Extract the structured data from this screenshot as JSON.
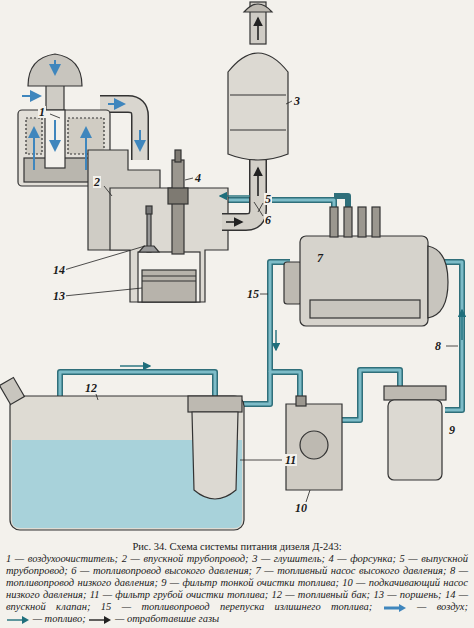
{
  "diagram": {
    "caption": "Рис. 34. Схема системы питания дизеля Д-243:",
    "labels": [
      "1",
      "2",
      "3",
      "4",
      "5",
      "6",
      "7",
      "8",
      "9",
      "10",
      "11",
      "12",
      "13",
      "14",
      "15",
      "1 — воздухоочиститель;",
      "2 — впускной трубопровод;",
      "3 — глушитель;",
      "4 — форсунка;",
      "5 — выпускной трубопровод;",
      "6 — топливопровод высокого давления;",
      "7 — топливный насос высокого давления;",
      "8 — топливопровод низкого давления;",
      "9 — фильтр тонкой очистки топлива;",
      "10 — подкачивающий насос низкого давления;",
      "11 — фильтр грубой очистки топлива;",
      "12 — топливный бак;",
      "13 — поршень;",
      "14 — впускной клапан;",
      "15 — топливопровод перепуска излишнего топлива;"
    ],
    "legend": [
      {
        "text": "— воздух;"
      },
      {
        "text": "— топливо;"
      },
      {
        "text": "— отработавшие газы"
      }
    ]
  }
}
